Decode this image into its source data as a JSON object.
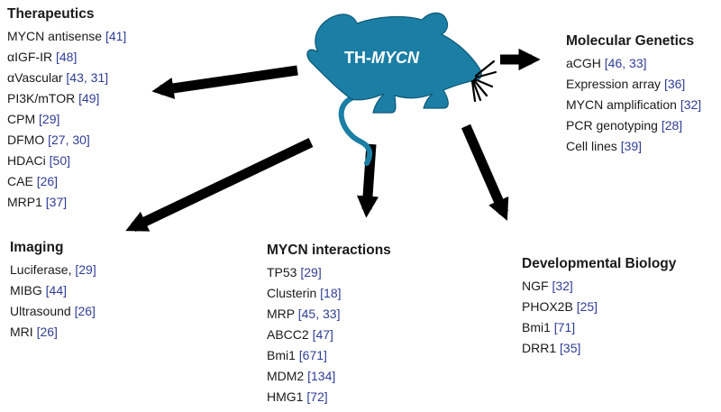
{
  "mouse": {
    "label_prefix": "TH-",
    "label_gene": "MYCN",
    "color": "#1b7ea5",
    "icon": "mouse-icon"
  },
  "arrow_color": "#000000",
  "groups": [
    {
      "id": "therapeutics",
      "title": "Therapeutics",
      "items": [
        {
          "label": "MYCN antisense",
          "ref": "[41]"
        },
        {
          "label": "αIGF-IR",
          "ref": "[48]"
        },
        {
          "label": "αVascular",
          "ref": "[43, 31]"
        },
        {
          "label": "PI3K/mTOR",
          "ref": "[49]"
        },
        {
          "label": "CPM",
          "ref": "[29]"
        },
        {
          "label": "DFMO",
          "ref": "[27, 30]"
        },
        {
          "label": "HDACi",
          "ref": "[50]"
        },
        {
          "label": "CAE",
          "ref": "[26]"
        },
        {
          "label": "MRP1",
          "ref": "[37]"
        }
      ]
    },
    {
      "id": "molecular-genetics",
      "title": "Molecular Genetics",
      "items": [
        {
          "label": "aCGH",
          "ref": "[46, 33]"
        },
        {
          "label": "Expression array",
          "ref": "[36]"
        },
        {
          "label": "MYCN amplification",
          "ref": "[32]"
        },
        {
          "label": "PCR genotyping",
          "ref": "[28]"
        },
        {
          "label": "Cell lines",
          "ref": "[39]"
        }
      ]
    },
    {
      "id": "imaging",
      "title": "Imaging",
      "items": [
        {
          "label": "Luciferase,",
          "ref": "[29]"
        },
        {
          "label": "MIBG",
          "ref": "[44]"
        },
        {
          "label": "Ultrasound",
          "ref": "[26]"
        },
        {
          "label": "MRI",
          "ref": "[26]"
        }
      ]
    },
    {
      "id": "mycn-interactions",
      "title": "MYCN interactions",
      "items": [
        {
          "label": "TP53",
          "ref": "[29]"
        },
        {
          "label": "Clusterin",
          "ref": "[18]"
        },
        {
          "label": "MRP",
          "ref": "[45, 33]"
        },
        {
          "label": "ABCC2",
          "ref": "[47]"
        },
        {
          "label": "Bmi1",
          "ref": "[671]"
        },
        {
          "label": "MDM2",
          "ref": "[134]"
        },
        {
          "label": "HMG1",
          "ref": "[72]"
        }
      ]
    },
    {
      "id": "developmental-biology",
      "title": "Developmental Biology",
      "items": [
        {
          "label": "NGF",
          "ref": "[32]"
        },
        {
          "label": "PHOX2B",
          "ref": "[25]"
        },
        {
          "label": "Bmi1",
          "ref": "[71]"
        },
        {
          "label": "DRR1",
          "ref": "[35]"
        }
      ]
    }
  ]
}
